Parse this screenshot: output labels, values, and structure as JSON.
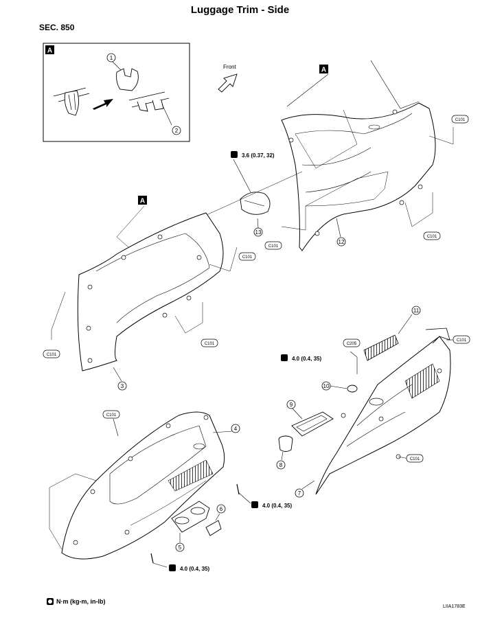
{
  "title": "Luggage Trim - Side",
  "section": "SEC. 850",
  "legend": "N·m (kg-m, in-lb)",
  "figure_id": "LIIA1783E",
  "detail_tag": "A",
  "front_label": "Front",
  "torque_1": "3.6 (0.37, 32)",
  "torque_2": "4.0 (0.4, 35)",
  "torque_3": "4.0 (0.4, 35)",
  "torque_4": "4.0 (0.4, 35)",
  "clips": {
    "c101": "C101",
    "c205": "C205"
  },
  "callouts": [
    "1",
    "2",
    "3",
    "4",
    "5",
    "6",
    "7",
    "8",
    "9",
    "10",
    "11",
    "12",
    "13"
  ]
}
